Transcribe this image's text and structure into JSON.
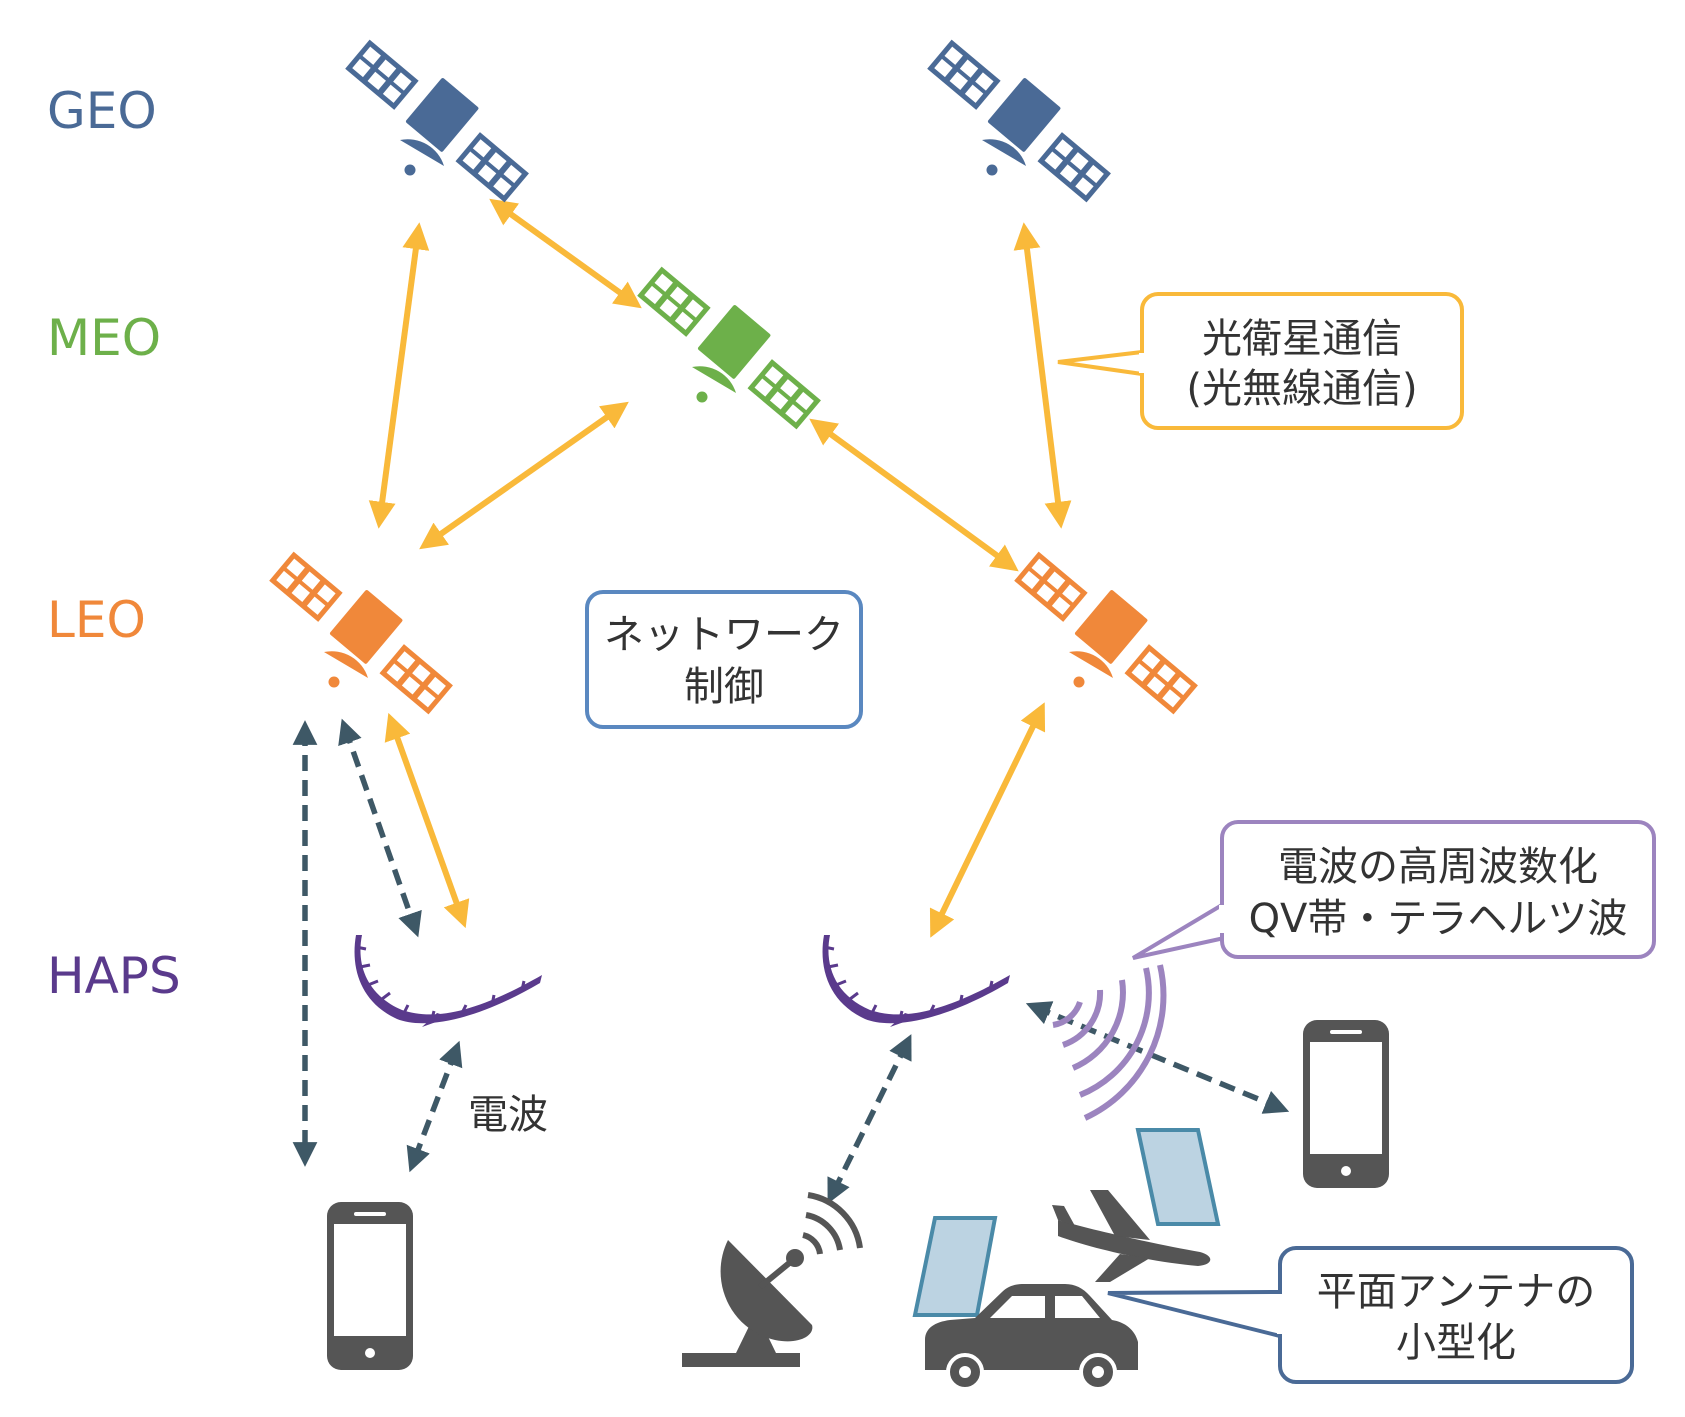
{
  "layers": [
    {
      "label": "GEO",
      "color": "#4a6a96"
    },
    {
      "label": "MEO",
      "color": "#6db04a"
    },
    {
      "label": "LEO",
      "color": "#f0883a"
    },
    {
      "label": "HAPS",
      "color": "#5a3a8c"
    }
  ],
  "callouts": {
    "optical": {
      "line1": "光衛星通信",
      "line2": "(光無線通信)"
    },
    "network": {
      "line1": "ネットワーク",
      "line2": "制御"
    },
    "radio_freq": {
      "line1": "電波の高周波数化",
      "line2": "QV帯・テラヘルツ波"
    },
    "antenna": {
      "line1": "平面アンテナの",
      "line2": "小型化"
    }
  },
  "labels": {
    "radio": "電波"
  },
  "colors": {
    "optical_link": "#f9b93a",
    "radio_link": "#3e5866",
    "geo": "#4a6a96",
    "meo": "#6db04a",
    "leo": "#f0883a",
    "haps": "#5a3a8c",
    "device": "#555555",
    "panel": "#bcd3e2"
  }
}
